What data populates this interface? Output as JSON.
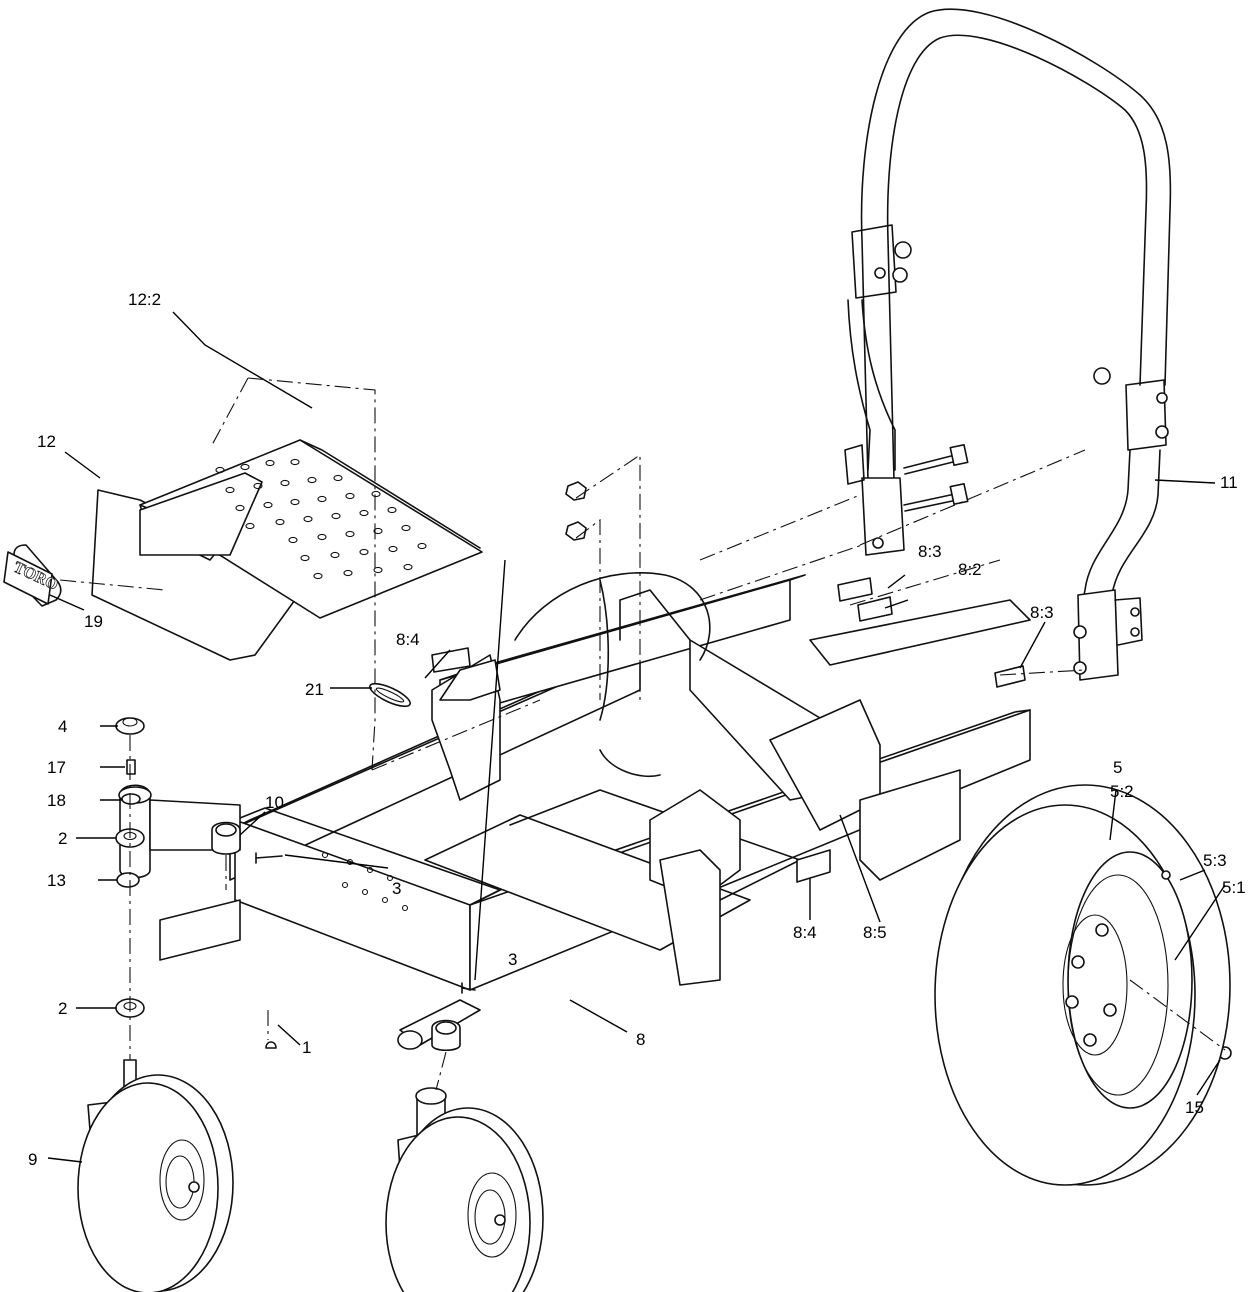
{
  "diagram": {
    "logo_text": "TORO",
    "callouts": [
      {
        "id": "c-12-2",
        "text": "12:2"
      },
      {
        "id": "c-12",
        "text": "12"
      },
      {
        "id": "c-19",
        "text": "19"
      },
      {
        "id": "c-21",
        "text": "21"
      },
      {
        "id": "c-8-4a",
        "text": "8:4"
      },
      {
        "id": "c-8-3a",
        "text": "8:3"
      },
      {
        "id": "c-8-2",
        "text": "8:2"
      },
      {
        "id": "c-8-3b",
        "text": "8:3"
      },
      {
        "id": "c-11",
        "text": "11"
      },
      {
        "id": "c-4",
        "text": "4"
      },
      {
        "id": "c-17",
        "text": "17"
      },
      {
        "id": "c-18",
        "text": "18"
      },
      {
        "id": "c-2a",
        "text": "2"
      },
      {
        "id": "c-13",
        "text": "13"
      },
      {
        "id": "c-10",
        "text": "10"
      },
      {
        "id": "c-3a",
        "text": "3"
      },
      {
        "id": "c-3b",
        "text": "3"
      },
      {
        "id": "c-2b",
        "text": "2"
      },
      {
        "id": "c-1",
        "text": "1"
      },
      {
        "id": "c-8",
        "text": "8"
      },
      {
        "id": "c-8-4b",
        "text": "8:4"
      },
      {
        "id": "c-8-5",
        "text": "8:5"
      },
      {
        "id": "c-5",
        "text": "5"
      },
      {
        "id": "c-5-2",
        "text": "5:2"
      },
      {
        "id": "c-5-3",
        "text": "5:3"
      },
      {
        "id": "c-5-1",
        "text": "5:1"
      },
      {
        "id": "c-15",
        "text": "15"
      },
      {
        "id": "c-9",
        "text": "9"
      }
    ]
  }
}
